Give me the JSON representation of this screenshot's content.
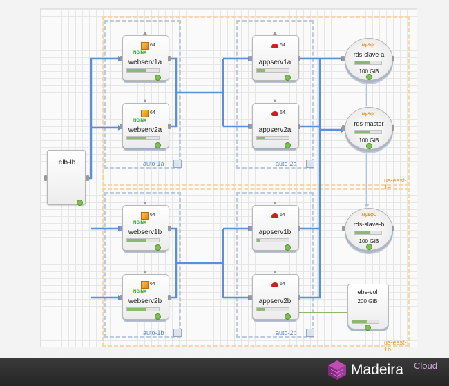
{
  "canvas": {
    "load_balancer": {
      "name": "elb-lb"
    },
    "zones": [
      {
        "id": "az-a",
        "label": "us-east-1a"
      },
      {
        "id": "az-b",
        "label": "us-east-1b"
      }
    ],
    "groups": [
      {
        "id": "g1a",
        "label": "auto-1a"
      },
      {
        "id": "g2a",
        "label": "auto-2a"
      },
      {
        "id": "g1b",
        "label": "auto-1b"
      },
      {
        "id": "g2b",
        "label": "auto-2b"
      }
    ],
    "instances": [
      {
        "name": "webserv1a",
        "arch": "64",
        "software": "NGINX",
        "usage": 0.6
      },
      {
        "name": "webserv2a",
        "arch": "64",
        "software": "NGINX",
        "usage": 0.6
      },
      {
        "name": "webserv1b",
        "arch": "64",
        "software": "NGINX",
        "usage": 0.6
      },
      {
        "name": "webserv2b",
        "arch": "64",
        "software": "NGINX",
        "usage": 0.6
      },
      {
        "name": "appserv1a",
        "arch": "64",
        "software": "",
        "usage": 0.25
      },
      {
        "name": "appserv2a",
        "arch": "64",
        "software": "",
        "usage": 0.25
      },
      {
        "name": "appserv1b",
        "arch": "64",
        "software": "",
        "usage": 0.1
      },
      {
        "name": "appserv2b",
        "arch": "64",
        "software": "",
        "usage": 0.25
      }
    ],
    "databases": [
      {
        "name": "rds-slave-a",
        "logo": "MySQL",
        "size": "100 GiB",
        "usage": 0.55
      },
      {
        "name": "rds-master",
        "logo": "MySQL",
        "size": "100 GiB",
        "usage": 0.55
      },
      {
        "name": "rds-slave-b",
        "logo": "MySQL",
        "size": "100 GiB",
        "usage": 0.55
      }
    ],
    "volume": {
      "name": "ebs-vol",
      "size": "200 GiB",
      "usage": 0.55
    },
    "colors": {
      "route": "#5b8fd6",
      "attach": "#8cb870",
      "replica": "#a8c4ea",
      "zone": "#f8d6a8",
      "group": "#bccbe0"
    }
  },
  "footer": {
    "brand": "Madeira",
    "brand_suffix": "Cloud"
  }
}
